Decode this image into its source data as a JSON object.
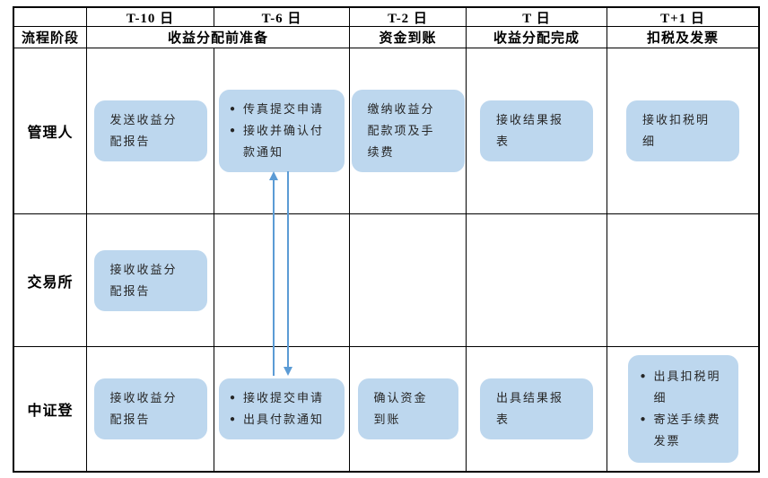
{
  "glyphs": {
    "bullet": "●"
  },
  "colors": {
    "box_fill": "#BDD7EE",
    "arrow": "#5B9BD5",
    "grid_line": "#000000",
    "text": "#262626"
  },
  "header": {
    "corner": "",
    "day_labels": [
      "T-10 日",
      "T-6 日",
      "T-2 日",
      "T 日",
      "T+1 日"
    ],
    "stage_label": "流程阶段",
    "phase_labels": [
      "收益分配前准备",
      "资金到账",
      "收益分配完成",
      "扣税及发票"
    ]
  },
  "rows": [
    {
      "label": "管理人",
      "boxes": {
        "t10": "发送收益分配报告",
        "t6_bullets": [
          "传真提交申请",
          "接收并确认付款通知"
        ],
        "t2": "缴纳收益分配款项及手续费",
        "t": "接收结果报表",
        "t1": "接收扣税明细"
      }
    },
    {
      "label": "交易所",
      "boxes": {
        "t10": "接收收益分配报告"
      }
    },
    {
      "label": "中证登",
      "boxes": {
        "t10": "接收收益分配报告",
        "t6_bullets": [
          "接收提交申请",
          "出具付款通知"
        ],
        "t2": "确认资金到账",
        "t": "出具结果报表",
        "t1_bullets": [
          "出具扣税明细",
          "寄送手续费发票"
        ]
      }
    }
  ],
  "arrows": {
    "column": "T-6 日",
    "between": "管理人 ↔ 中证登",
    "directions": [
      "up",
      "down"
    ],
    "color": "#5B9BD5"
  }
}
